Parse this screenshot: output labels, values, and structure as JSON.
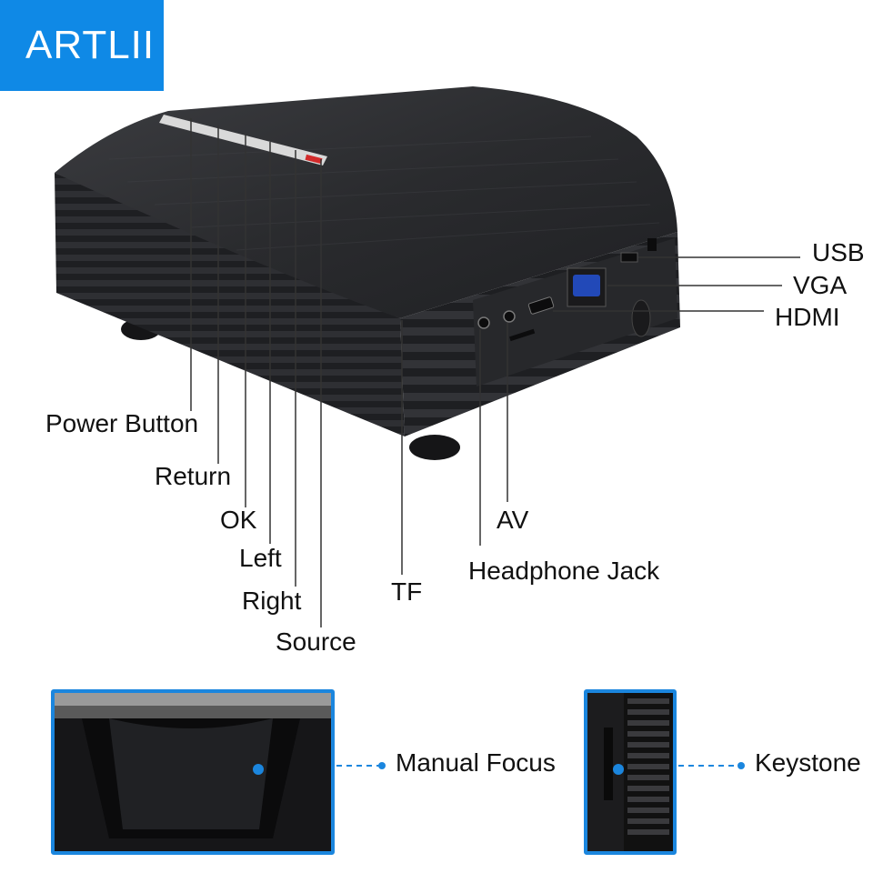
{
  "brand": {
    "logo_text": "ARTLII"
  },
  "top_labels": {
    "power": "Power Button",
    "return": "Return",
    "ok": "OK",
    "left": "Left",
    "right": "Right",
    "source": "Source",
    "tf": "TF",
    "av": "AV",
    "headphone": "Headphone Jack",
    "usb": "USB",
    "vga": "VGA",
    "hdmi": "HDMI"
  },
  "insets": {
    "focus_label": "Manual Focus",
    "keystone_label": "Keystone"
  },
  "colors": {
    "accent": "#1b86de",
    "badge": "#0f89e6",
    "body": "#2b2c2f",
    "text": "#111111"
  }
}
